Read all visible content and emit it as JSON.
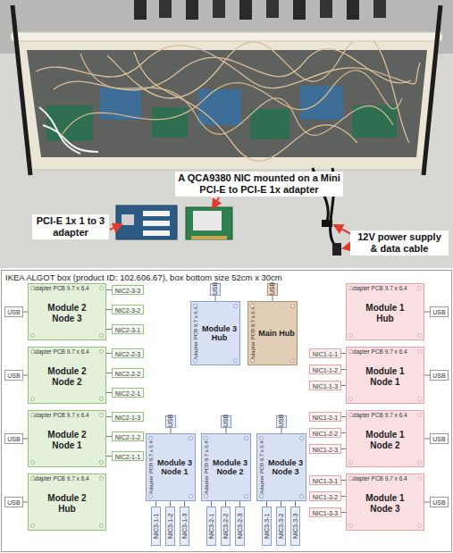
{
  "diagram": {
    "nodes": [
      {
        "text": [
          "IKEA ALGOT box (product ID: 102.606.67), box bottom size 52cm x 30cm"
        ]
      },
      {
        "text": [
          "Adapter PCB 9.7 x 6.4",
          "Module 2 Node 3"
        ],
        "in": 0
      },
      {
        "text": [
          "USB"
        ],
        "in": 0
      },
      {
        "text": [
          "NIC2-3-3"
        ],
        "in": 0
      },
      {
        "text": [
          "NIC2-3-2"
        ],
        "in": 0
      },
      {
        "text": [
          "NIC2-3-1"
        ],
        "in": 0
      },
      {
        "text": [
          "Adapter PCB 9.7 x 6.4",
          "Module 2 Node 2"
        ],
        "in": 0
      },
      {
        "text": [
          "USB"
        ],
        "in": 0
      },
      {
        "text": [
          "NIC2-2-3"
        ],
        "in": 0
      },
      {
        "text": [
          "NIC2-2-2"
        ],
        "in": 0
      },
      {
        "text": [
          "NIC2-2-1"
        ],
        "in": 0
      },
      {
        "text": [
          "Adapter PCB 9.7 x 6.4",
          "Module 2 Node 1"
        ],
        "in": 0
      },
      {
        "text": [
          "USB"
        ],
        "in": 0
      },
      {
        "text": [
          "NIC2-1-3"
        ],
        "in": 0
      },
      {
        "text": [
          "NIC2-1-2"
        ],
        "in": 0
      },
      {
        "text": [
          "NIC2-1-1"
        ],
        "in": 0
      },
      {
        "text": [
          "Adapter PCB 9.7 x 6.4",
          "Module 2 Hub"
        ],
        "in": 0
      },
      {
        "text": [
          "USB"
        ],
        "in": 0
      },
      {
        "text": [
          "Adapter PCB 9.7 x 6.4",
          "Module 3 Hub"
        ],
        "in": 0
      },
      {
        "text": [
          "USB"
        ],
        "in": 0
      },
      {
        "text": [
          "Adapter PCB 9.7 x 6.4",
          "Main Hub"
        ],
        "in": 0
      },
      {
        "text": [
          "USB"
        ],
        "in": 0
      },
      {
        "text": [
          "Adapter PCB 9.7 x 6.4",
          "Module 3 Node 1"
        ],
        "in": 0
      },
      {
        "text": [
          "USB"
        ],
        "in": 0
      },
      {
        "text": [
          "NIC3-1-1"
        ],
        "in": 0
      },
      {
        "text": [
          "NIC3-1-2"
        ],
        "in": 0
      },
      {
        "text": [
          "NIC3-1-3"
        ],
        "in": 0
      },
      {
        "text": [
          "Adapter PCB 9.7 x 6.4",
          "Module 3 Node 2"
        ],
        "in": 0
      },
      {
        "text": [
          "USB"
        ],
        "in": 0
      },
      {
        "text": [
          "NIC3-2-1"
        ],
        "in": 0
      },
      {
        "text": [
          "NIC3-2-2"
        ],
        "in": 0
      },
      {
        "text": [
          "NIC3-2-3"
        ],
        "in": 0
      },
      {
        "text": [
          "Adapter PCB 9.7 x 6.4",
          "Module 3 Node 3"
        ],
        "in": 0
      },
      {
        "text": [
          "USB"
        ],
        "in": 0
      },
      {
        "text": [
          "NIC3-3-1"
        ],
        "in": 0
      },
      {
        "text": [
          "NIC3-3-2"
        ],
        "in": 0
      },
      {
        "text": [
          "NIC3-3-3"
        ],
        "in": 0
      },
      {
        "text": [
          "Adapter PCB 9.7 x 6.4",
          "Module 1 Hub"
        ],
        "in": 0
      },
      {
        "text": [
          "USB"
        ],
        "in": 0
      },
      {
        "text": [
          "Adapter PCB 9.7 x 6.4",
          "Module 1 Node 1"
        ],
        "in": 0
      },
      {
        "text": [
          "USB"
        ],
        "in": 0
      },
      {
        "text": [
          "NIC1-1-1"
        ],
        "in": 0
      },
      {
        "text": [
          "NIC1-1-2"
        ],
        "in": 0
      },
      {
        "text": [
          "NIC1-1-3"
        ],
        "in": 0
      },
      {
        "text": [
          "Adapter PCB 9.7 x 6.4",
          "Module 1 Node 2"
        ],
        "in": 0
      },
      {
        "text": [
          "USB"
        ],
        "in": 0
      },
      {
        "text": [
          "NIC1-2-1"
        ],
        "in": 0
      },
      {
        "text": [
          "NIC1-2-2"
        ],
        "in": 0
      },
      {
        "text": [
          "NIC1-2-3"
        ],
        "in": 0
      },
      {
        "text": [
          "Adapter PCB 9.7 x 6.4",
          "Module 1 Node 3"
        ],
        "in": 0
      },
      {
        "text": [
          "USB"
        ],
        "in": 0
      },
      {
        "text": [
          "NIC1-3-1"
        ],
        "in": 0
      },
      {
        "text": [
          "NIC1-3-2"
        ],
        "in": 0
      },
      {
        "text": [
          "NIC1-3-3"
        ],
        "in": 0
      }
    ],
    "edges": [
      {
        "from": 1,
        "to": 2,
        "arrow": "none"
      },
      {
        "from": 1,
        "to": 3,
        "arrow": "none"
      },
      {
        "from": 1,
        "to": 4,
        "arrow": "none"
      },
      {
        "from": 1,
        "to": 5,
        "arrow": "none"
      },
      {
        "from": 6,
        "to": 7,
        "arrow": "none"
      },
      {
        "from": 6,
        "to": 8,
        "arrow": "none"
      },
      {
        "from": 6,
        "to": 9,
        "arrow": "none"
      },
      {
        "from": 6,
        "to": 10,
        "arrow": "none"
      },
      {
        "from": 11,
        "to": 12,
        "arrow": "none"
      },
      {
        "from": 11,
        "to": 13,
        "arrow": "none"
      },
      {
        "from": 11,
        "to": 14,
        "arrow": "none"
      },
      {
        "from": 11,
        "to": 15,
        "arrow": "none"
      },
      {
        "from": 16,
        "to": 17,
        "arrow": "none"
      },
      {
        "from": 18,
        "to": 19,
        "arrow": "none"
      },
      {
        "from": 20,
        "to": 21,
        "arrow": "none"
      },
      {
        "from": 22,
        "to": 23,
        "arrow": "none"
      },
      {
        "from": 22,
        "to": 24,
        "arrow": "none"
      },
      {
        "from": 22,
        "to": 25,
        "arrow": "none"
      },
      {
        "from": 22,
        "to": 26,
        "arrow": "none"
      },
      {
        "from": 27,
        "to": 28,
        "arrow": "none"
      },
      {
        "from": 27,
        "to": 29,
        "arrow": "none"
      },
      {
        "from": 27,
        "to": 30,
        "arrow": "none"
      },
      {
        "from": 27,
        "to": 31,
        "arrow": "none"
      },
      {
        "from": 32,
        "to": 33,
        "arrow": "none"
      },
      {
        "from": 32,
        "to": 34,
        "arrow": "none"
      },
      {
        "from": 32,
        "to": 35,
        "arrow": "none"
      },
      {
        "from": 32,
        "to": 36,
        "arrow": "none"
      },
      {
        "from": 37,
        "to": 38,
        "arrow": "none"
      },
      {
        "from": 39,
        "to": 40,
        "arrow": "none"
      },
      {
        "from": 39,
        "to": 41,
        "arrow": "none"
      },
      {
        "from": 39,
        "to": 42,
        "arrow": "none"
      },
      {
        "from": 39,
        "to": 43,
        "arrow": "none"
      },
      {
        "from": 44,
        "to": 45,
        "arrow": "none"
      },
      {
        "from": 44,
        "to": 46,
        "arrow": "none"
      },
      {
        "from": 44,
        "to": 47,
        "arrow": "none"
      },
      {
        "from": 44,
        "to": 48,
        "arrow": "none"
      },
      {
        "from": 49,
        "to": 50,
        "arrow": "none"
      },
      {
        "from": 49,
        "to": 51,
        "arrow": "none"
      },
      {
        "from": 49,
        "to": 52,
        "arrow": "none"
      },
      {
        "from": 49,
        "to": 53,
        "arrow": "none"
      }
    ],
    "labels": [
      "A QCA9380 NIC mounted on a Mini PCI-E to PCI-E 1x adapter",
      "PCI-E 1x 1 to 3 adapter",
      "12V power supply & data cable"
    ]
  }
}
